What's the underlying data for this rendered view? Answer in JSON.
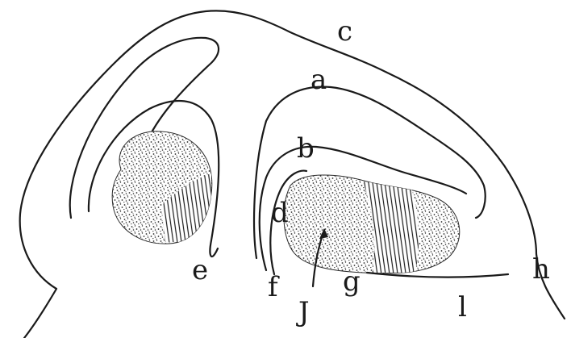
{
  "diagram": {
    "labels": {
      "a": "a",
      "b": "b",
      "c": "c",
      "d": "d",
      "e": "e",
      "f": "f",
      "g": "g",
      "h": "h",
      "j": "J",
      "l": "l"
    },
    "colors": {
      "ink": "#1a1a1a",
      "paper": "#ffffff"
    }
  }
}
